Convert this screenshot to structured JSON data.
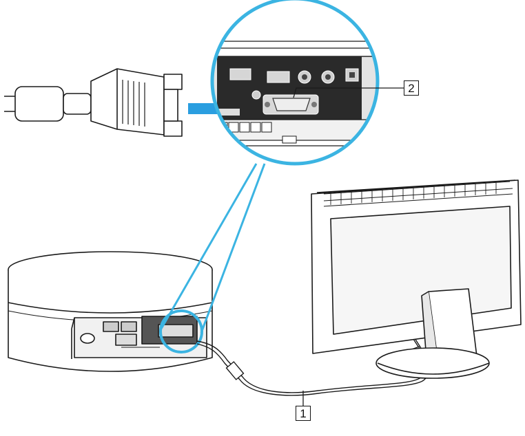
{
  "callouts": [
    {
      "id": "2",
      "label": "2"
    },
    {
      "id": "1",
      "label": "1"
    }
  ],
  "colors": {
    "ink": "#1a1a1a",
    "accent": "#3bb4e2",
    "arrow": "#2a9ee0",
    "panel": "#dcdcdc",
    "port": "#9a9a9a",
    "background": "#ffffff"
  },
  "icons": [
    "vga-connector-plug",
    "magnifier-circle",
    "monitor",
    "computer-unit",
    "cable",
    "insert-arrow"
  ]
}
